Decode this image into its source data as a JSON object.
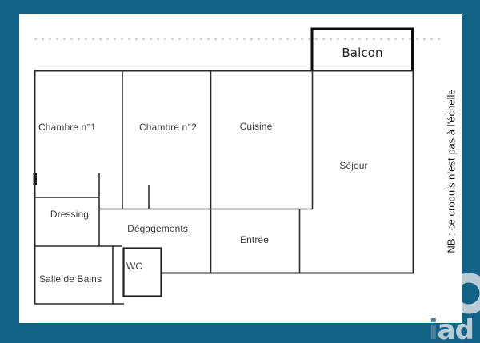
{
  "rooms": {
    "balcon": "Balcon",
    "chambre1": "Chambre n°1",
    "chambre2": "Chambre n°2",
    "cuisine": "Cuisine",
    "sejour": "Séjour",
    "dressing": "Dressing",
    "degagements": "Dégagements",
    "entree": "Entrée",
    "wc": "WC",
    "salle_de_bains": "Salle de Bains"
  },
  "note": {
    "text": "NB : ce croquis n’est pas à l’échelle"
  },
  "watermark": {
    "letter_i": "i",
    "letters_ad": "ad"
  },
  "colors": {
    "frame_teal": "#136285",
    "canvas_white": "#ffffff",
    "wall": "#2b2b2b",
    "balcony_wall": "#0d0d0d",
    "label_text": "#3b3b3b",
    "dashed_line": "#c8c8c8",
    "watermark_light": "#b9ccd6",
    "watermark_mid_teal": "#4d7f99"
  }
}
